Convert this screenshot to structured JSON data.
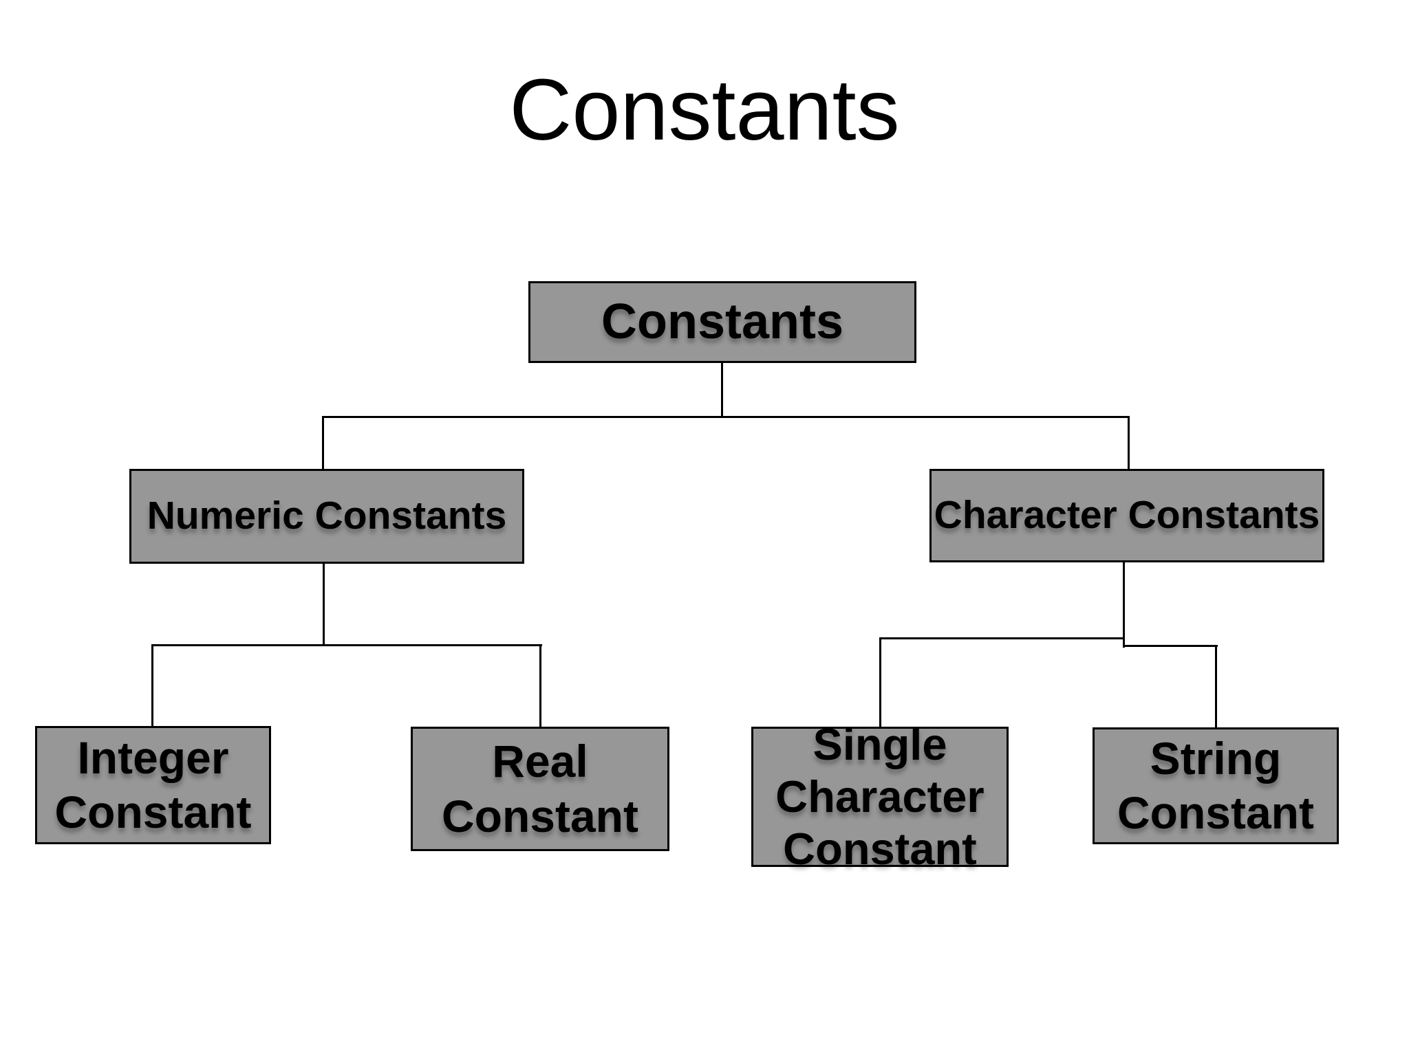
{
  "title": {
    "text": "Constants"
  },
  "colors": {
    "background": "#ffffff",
    "box_fill": "#979797",
    "box_border": "#000000",
    "connector": "#000000",
    "text": "#000000"
  },
  "tree": {
    "root": {
      "label": "Constants"
    },
    "children": [
      {
        "label": "Numeric Constants",
        "children": [
          {
            "label": "Integer Constant"
          },
          {
            "label": "Real Constant"
          }
        ]
      },
      {
        "label": "Character Constants",
        "children": [
          {
            "label": "Single Character Constant"
          },
          {
            "label": "String Constant"
          }
        ]
      }
    ]
  }
}
